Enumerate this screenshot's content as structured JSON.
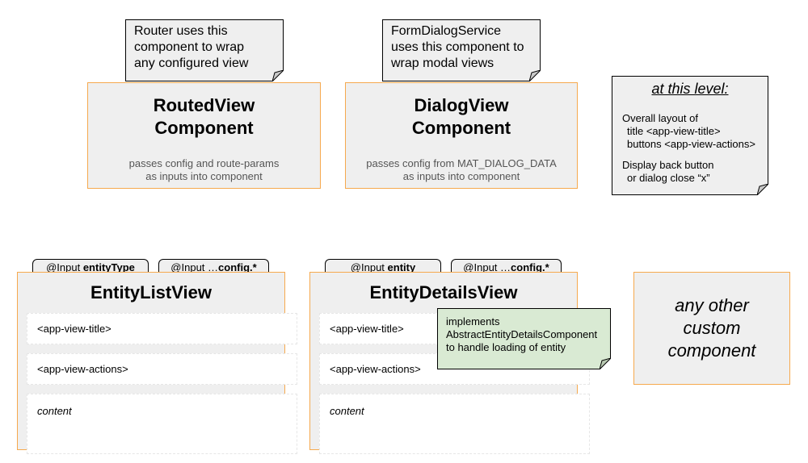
{
  "top": {
    "routed": {
      "note": [
        "Router uses this",
        "component to wrap",
        "any configured view"
      ],
      "title": [
        "RoutedView",
        "Component"
      ],
      "desc": [
        "passes config and route-params",
        "as inputs into component"
      ]
    },
    "dialog": {
      "note": [
        "FormDialogService",
        "uses this component to",
        "wrap modal views"
      ],
      "title": [
        "DialogView",
        "Component"
      ],
      "desc": [
        "passes config from MAT_DIALOG_DATA",
        "as inputs into component"
      ]
    },
    "level_note": {
      "heading": "at this level:",
      "layout_lines": [
        "Overall layout of",
        "title <app-view-title>",
        "buttons <app-view-actions>"
      ],
      "back_lines": [
        "Display back button",
        "or dialog close “x”"
      ]
    }
  },
  "bottom": {
    "list": {
      "tab1_prefix": "@Input ",
      "tab1_bold": "entityType",
      "tab2_prefix": "@Input …",
      "tab2_bold": "config.*",
      "title": "EntityListView",
      "slots": [
        "<app-view-title>",
        "<app-view-actions>",
        "content"
      ]
    },
    "details": {
      "tab1_prefix": "@Input ",
      "tab1_bold": "entity",
      "tab2_prefix": "@Input …",
      "tab2_bold": "config.*",
      "title": "EntityDetailsView",
      "slots": [
        "<app-view-title>",
        "<app-view-actions>",
        "content"
      ],
      "implements": [
        "implements",
        "AbstractEntityDetailsComponent",
        "to handle loading of entity"
      ]
    },
    "custom": {
      "lines": [
        "any other",
        "custom",
        "component"
      ]
    }
  },
  "colors": {
    "box_fill": "#efefef",
    "box_border": "#f6a94e",
    "note_green": "#d9ead3"
  }
}
